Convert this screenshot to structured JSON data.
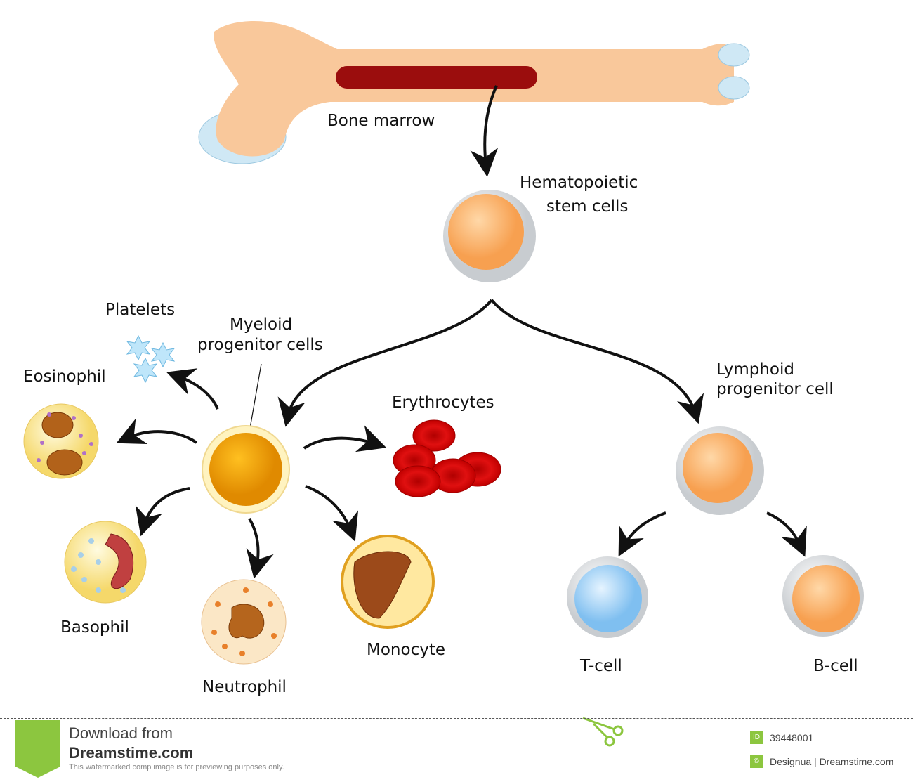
{
  "labels": {
    "bone_marrow": "Bone marrow",
    "hsc_line1": "Hematopoietic",
    "hsc_line2": "stem cells",
    "platelets": "Platelets",
    "myeloid_line1": "Myeloid",
    "myeloid_line2": "progenitor cells",
    "eosinophil": "Eosinophil",
    "erythrocytes": "Erythrocytes",
    "lymphoid_line1": "Lymphoid",
    "lymphoid_line2": "progenitor cell",
    "basophil": "Basophil",
    "neutrophil": "Neutrophil",
    "monocyte": "Monocyte",
    "t_cell": "T-cell",
    "b_cell": "B-cell"
  },
  "footer": {
    "download_from": "Download from",
    "site": "Dreamstime.com",
    "notice": "This watermarked comp image is for previewing purposes only.",
    "id_badge": "ID",
    "id_value": "39448001",
    "copyright_badge": "©",
    "credit": "Designua | Dreamstime.com"
  },
  "colors": {
    "bone": "#f9c89b",
    "marrow": "#9b0d0d",
    "accent": "#8cc63f"
  }
}
